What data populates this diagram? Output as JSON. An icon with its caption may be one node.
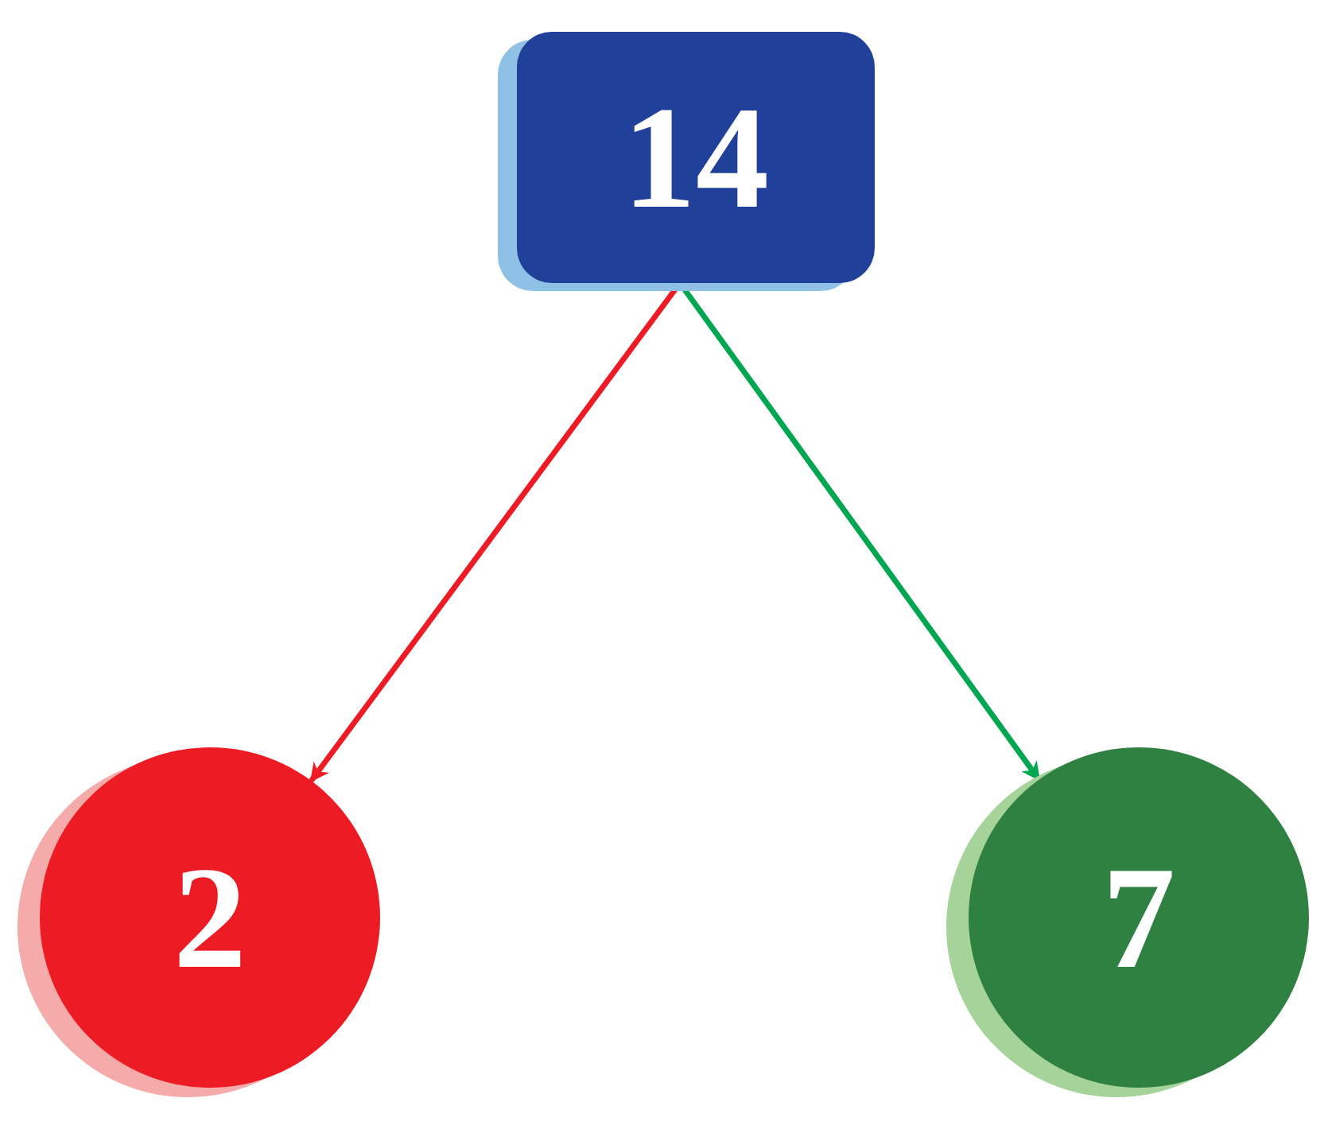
{
  "diagram": {
    "nodes": [
      {
        "text": [
          "14"
        ]
      },
      {
        "text": [
          "2"
        ]
      },
      {
        "text": [
          "7"
        ]
      }
    ],
    "edges": [
      {
        "from": 0,
        "to": 1,
        "arrow": "to",
        "color": "#ed1c24"
      },
      {
        "from": 0,
        "to": 2,
        "arrow": "to",
        "color": "#00a650"
      }
    ]
  }
}
